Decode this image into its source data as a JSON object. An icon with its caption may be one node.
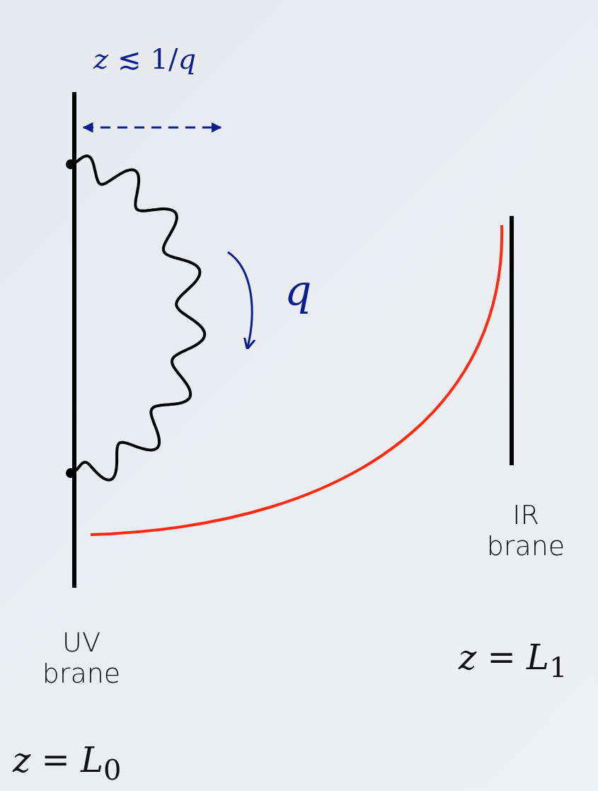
{
  "diagram": {
    "nodes": [
      {
        "text": [
          "UV brane"
        ]
      },
      {
        "text": [
          "IR brane"
        ]
      }
    ],
    "labels": [
      "*z* ≲ 1/*q*",
      "*q*",
      "*z* = *L*$_{1}$",
      "*z* = *L*$_{0}$"
    ]
  }
}
